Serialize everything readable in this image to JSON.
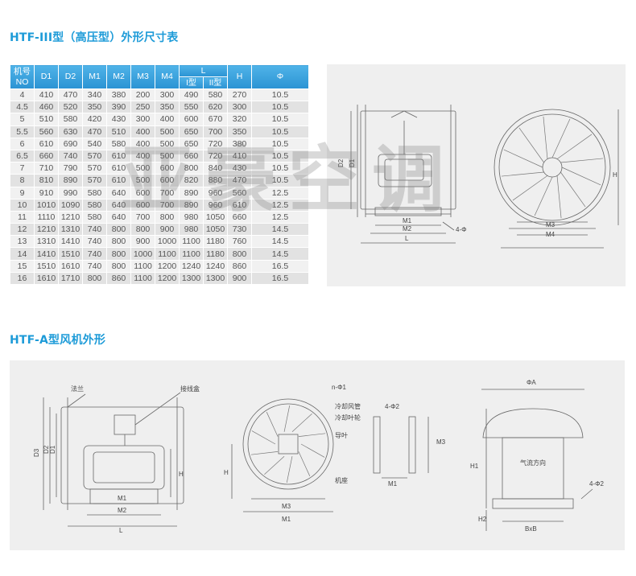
{
  "section1": {
    "title": "HTF-III型（高压型）外形尺寸表"
  },
  "section2": {
    "title": "HTF-A型风机外形"
  },
  "table": {
    "headers": {
      "no": "机号",
      "no2": "NO",
      "d1": "D1",
      "d2": "D2",
      "m1": "M1",
      "m2": "M2",
      "m3": "M3",
      "m4": "M4",
      "l": "L",
      "l_i": "I型",
      "l_ii": "II型",
      "h": "H",
      "phi": "Φ"
    },
    "rows": [
      [
        "4",
        "410",
        "470",
        "340",
        "380",
        "200",
        "300",
        "490",
        "580",
        "270",
        "10.5"
      ],
      [
        "4.5",
        "460",
        "520",
        "350",
        "390",
        "250",
        "350",
        "550",
        "620",
        "300",
        "10.5"
      ],
      [
        "5",
        "510",
        "580",
        "420",
        "430",
        "300",
        "400",
        "600",
        "670",
        "320",
        "10.5"
      ],
      [
        "5.5",
        "560",
        "630",
        "470",
        "510",
        "400",
        "500",
        "650",
        "700",
        "350",
        "10.5"
      ],
      [
        "6",
        "610",
        "690",
        "540",
        "580",
        "400",
        "500",
        "650",
        "720",
        "380",
        "10.5"
      ],
      [
        "6.5",
        "660",
        "740",
        "570",
        "610",
        "400",
        "500",
        "660",
        "720",
        "410",
        "10.5"
      ],
      [
        "7",
        "710",
        "790",
        "570",
        "610",
        "500",
        "600",
        "800",
        "840",
        "430",
        "10.5"
      ],
      [
        "8",
        "810",
        "890",
        "570",
        "610",
        "500",
        "600",
        "820",
        "880",
        "470",
        "10.5"
      ],
      [
        "9",
        "910",
        "990",
        "580",
        "640",
        "600",
        "700",
        "890",
        "960",
        "560",
        "12.5"
      ],
      [
        "10",
        "1010",
        "1090",
        "580",
        "640",
        "600",
        "700",
        "890",
        "960",
        "610",
        "12.5"
      ],
      [
        "11",
        "1110",
        "1210",
        "580",
        "640",
        "700",
        "800",
        "980",
        "1050",
        "660",
        "12.5"
      ],
      [
        "12",
        "1210",
        "1310",
        "740",
        "800",
        "800",
        "900",
        "980",
        "1050",
        "730",
        "14.5"
      ],
      [
        "13",
        "1310",
        "1410",
        "740",
        "800",
        "900",
        "1000",
        "1100",
        "1180",
        "760",
        "14.5"
      ],
      [
        "14",
        "1410",
        "1510",
        "740",
        "800",
        "1000",
        "1100",
        "1100",
        "1180",
        "800",
        "14.5"
      ],
      [
        "15",
        "1510",
        "1610",
        "740",
        "800",
        "1100",
        "1200",
        "1240",
        "1240",
        "860",
        "16.5"
      ],
      [
        "16",
        "1610",
        "1710",
        "800",
        "860",
        "1100",
        "1200",
        "1300",
        "1300",
        "900",
        "16.5"
      ]
    ]
  },
  "diagram1": {
    "labels": {
      "d2": "D2",
      "d1": "D1",
      "m1": "M1",
      "m2": "M2",
      "l": "L",
      "hole": "4-Φ",
      "h": "H",
      "m3": "M3",
      "m4": "M4"
    }
  },
  "diagram2": {
    "labels": {
      "flange": "法兰",
      "junction_box": "接线盒",
      "d3": "D3",
      "d2": "D2",
      "d1": "D1",
      "h": "H",
      "m1": "M1",
      "m2": "M2",
      "l": "L",
      "n_phi1": "n-Φ1",
      "cooling_duct": "冷却风管",
      "cooling_impeller": "冷却叶轮",
      "guide_vane": "导叶",
      "base": "机座",
      "hole2": "4-Φ2",
      "m3": "M3",
      "front_h": "H",
      "front_m3": "M3",
      "front_m1": "M1",
      "side_m1": "M1",
      "phi_a": "ΦA",
      "h1": "H1",
      "h2": "H2",
      "airflow": "气流方向",
      "hole2b": "4-Φ2",
      "bxb": "BxB"
    }
  },
  "watermark": {
    "text": "亚豪空调"
  }
}
